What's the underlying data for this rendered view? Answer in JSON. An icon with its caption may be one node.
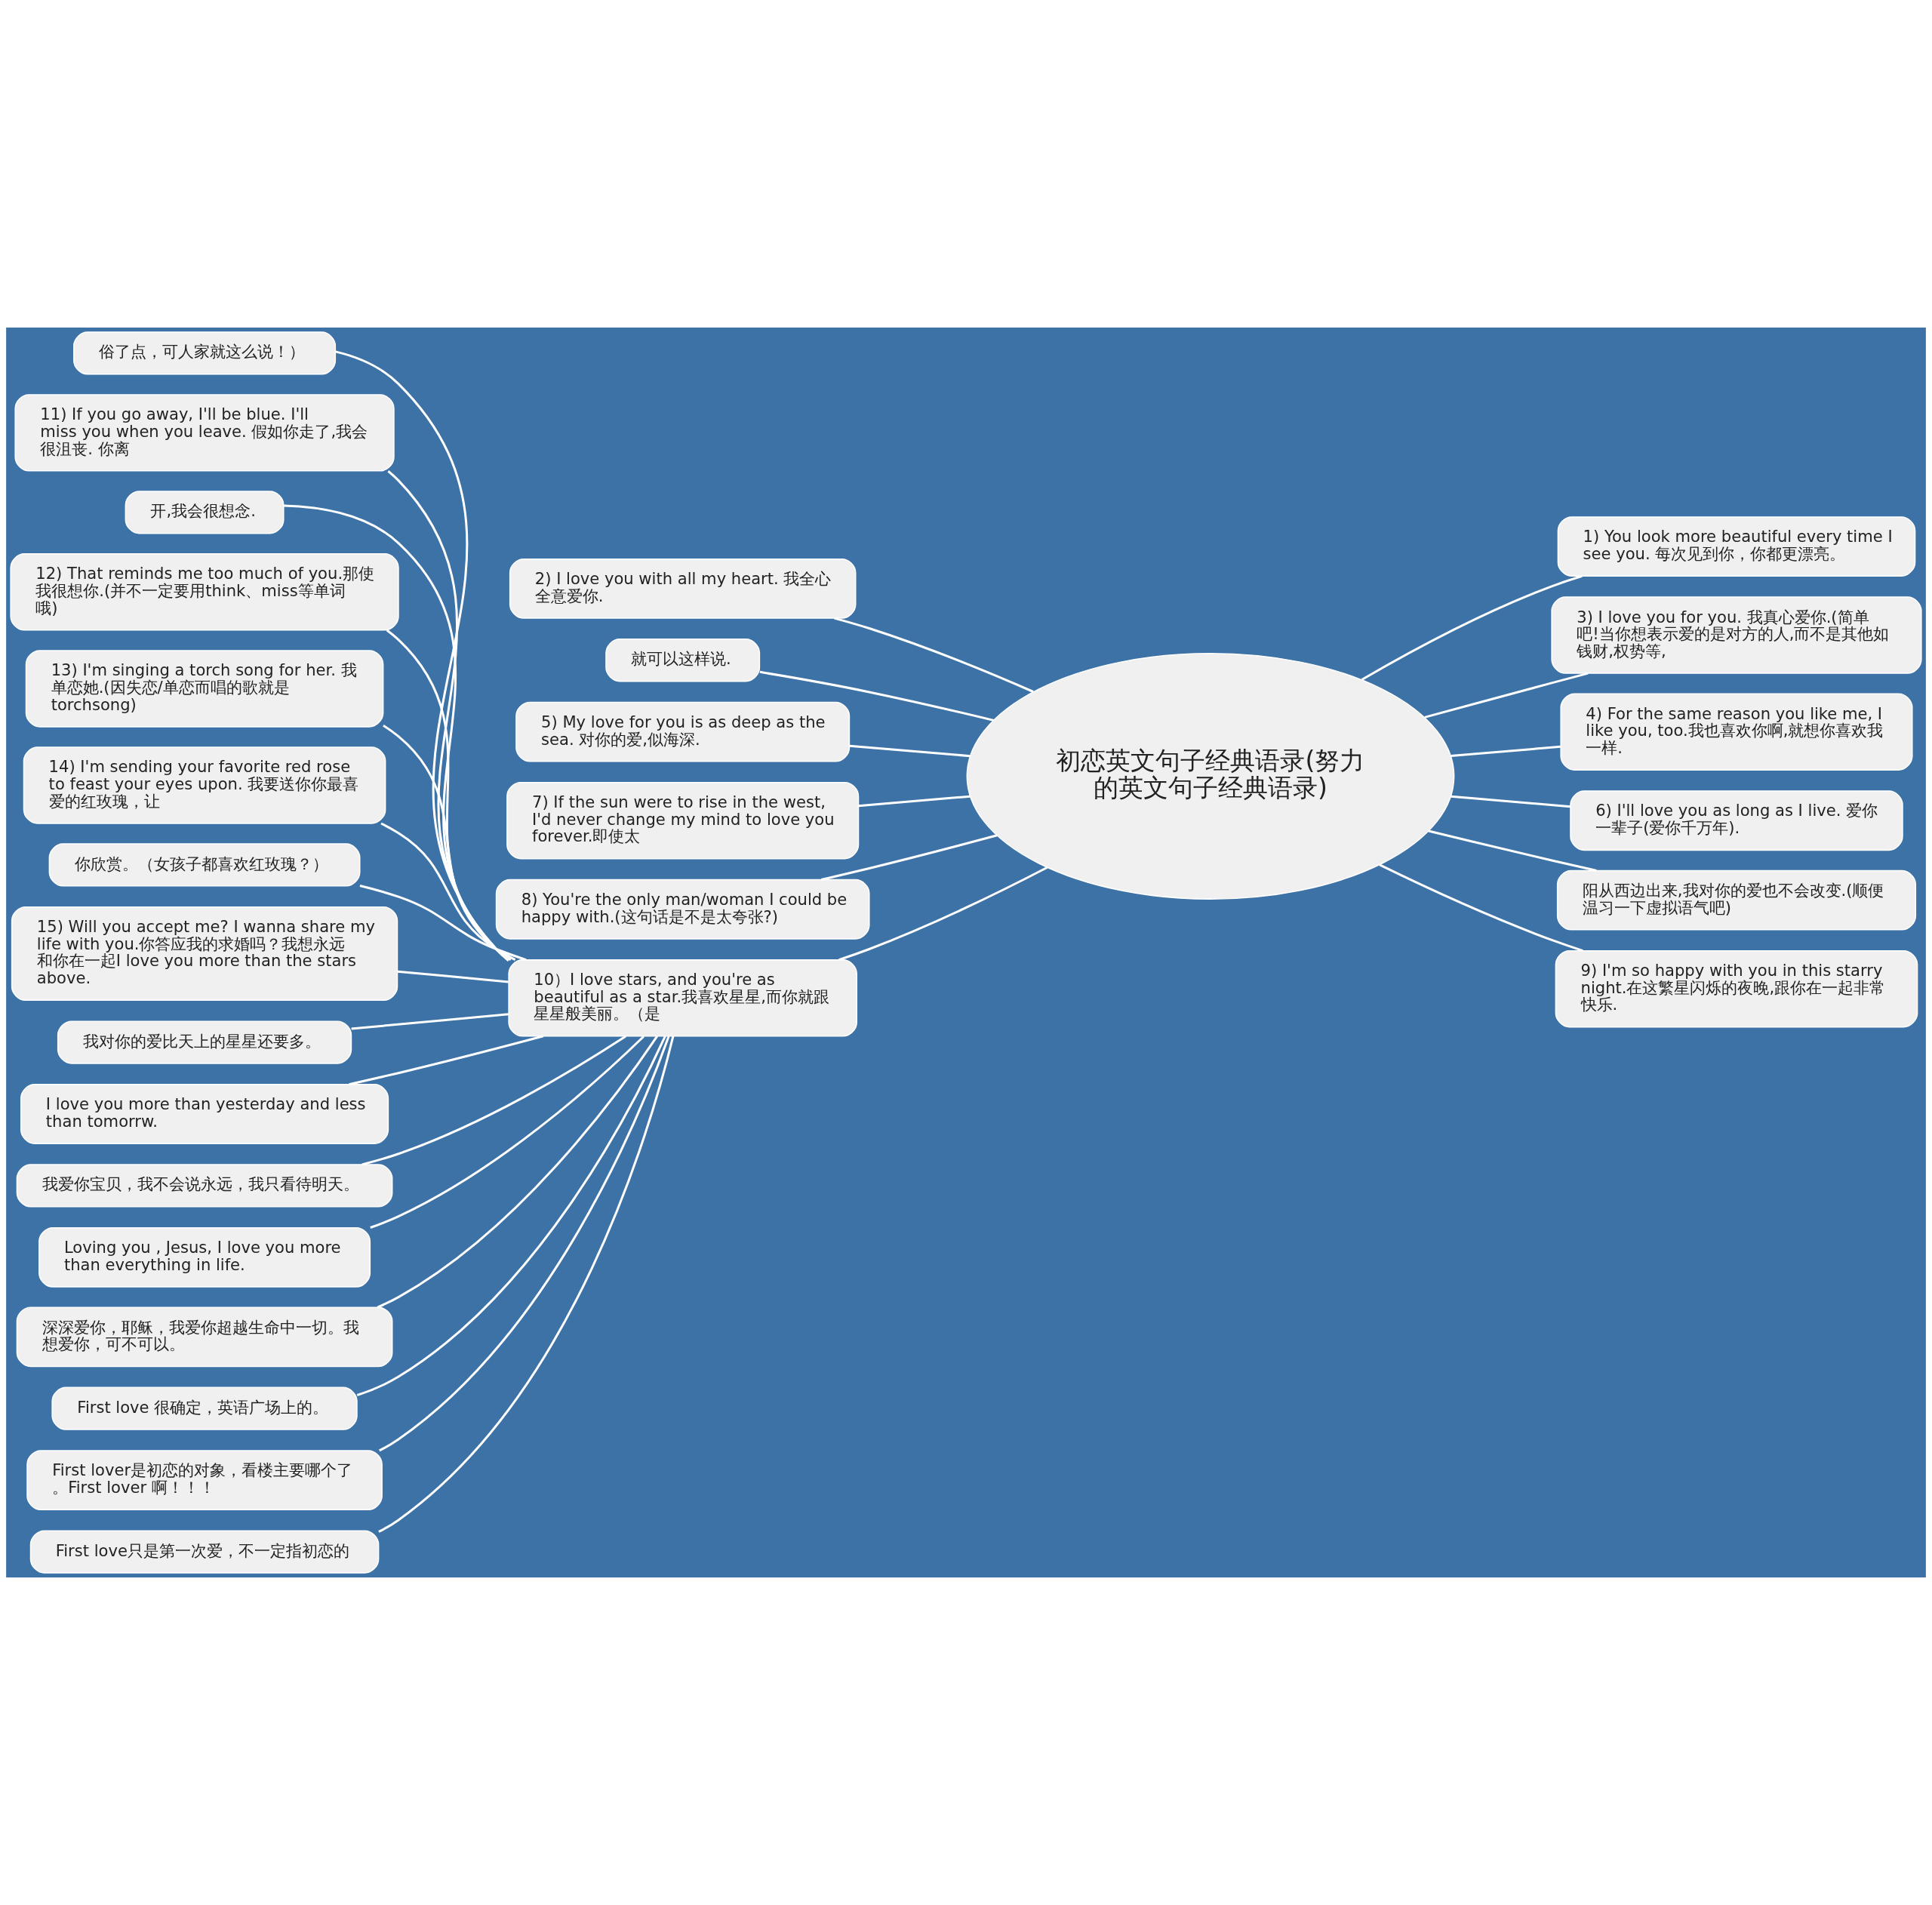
{
  "diagram": {
    "nodes": [
      {
        "text": [
          "初恋英文句子经典语录(努力的英文句子经典语录)"
        ]
      },
      {
        "text": [
          "2) I love you with all my heart. 我全心全意爱你."
        ]
      },
      {
        "text": [
          "就可以这样说."
        ]
      },
      {
        "text": [
          "5) My love for you is as deep as the sea. 对你的爱,似海深."
        ]
      },
      {
        "text": [
          "7) If the sun were to rise in the west, I'd never change my mind to love you forever.即使太"
        ]
      },
      {
        "text": [
          "8) You're the only man/woman I could be happy with.(这句话是不是太夸张?)"
        ]
      },
      {
        "text": [
          "10）I love stars, and you're as beautiful as a star.我喜欢星星,而你就跟星星般美丽。（是"
        ]
      },
      {
        "text": [
          "俗了点，可人家就这么说！）"
        ]
      },
      {
        "text": [
          "11) If you go away, I'll be blue. I'll miss you when you leave. 假如你走了,我会很沮丧. 你离"
        ]
      },
      {
        "text": [
          "开,我会很想念."
        ]
      },
      {
        "text": [
          "12) That reminds me too much of you.那使我很想你.(并不一定要用think、miss等单词哦)"
        ]
      },
      {
        "text": [
          "13) I'm singing a torch song for her. 我单恋她.(因失恋/单恋而唱的歌就是torchsong)"
        ]
      },
      {
        "text": [
          "14) I'm sending your favorite red rose to feast your eyes upon. 我要送你你最喜爱的红玫瑰，让"
        ]
      },
      {
        "text": [
          "你欣赏。（女孩子都喜欢红玫瑰？）"
        ]
      },
      {
        "text": [
          "15) Will you accept me? I wanna share my life with you.你答应我的求婚吗？我想永远和你在一起I love you more than the stars above."
        ]
      },
      {
        "text": [
          "我对你的爱比天上的星星还要多。"
        ]
      },
      {
        "text": [
          "I love you more than yesterday and less than tomorrw."
        ]
      },
      {
        "text": [
          "我爱你宝贝，我不会说永远，我只看待明天。"
        ]
      },
      {
        "text": [
          " Loving you , Jesus, I love you more than everything in life."
        ]
      },
      {
        "text": [
          "深深爱你，耶稣，我爱你超越生命中一切。我想爱你，可不可以。"
        ]
      },
      {
        "text": [
          "First love 很确定，英语广场上的。"
        ]
      },
      {
        "text": [
          "First lover是初恋的对象，看楼主要哪个了。First lover 啊！！！"
        ]
      },
      {
        "text": [
          "First love只是第一次爱，不一定指初恋的"
        ]
      },
      {
        "text": [
          "1) You look more beautiful every time I see you. 每次见到你，你都更漂亮。"
        ]
      },
      {
        "text": [
          "3) I love you for you. 我真心爱你.(简单吧!当你想表示爱的是对方的人,而不是其他如钱财,权势等,"
        ]
      },
      {
        "text": [
          "4) For the same reason you like me, I like you, too.我也喜欢你啊,就想你喜欢我一样."
        ]
      },
      {
        "text": [
          "6) I'll love you as long as I live. 爱你一辈子(爱你千万年)."
        ]
      },
      {
        "text": [
          "阳从西边出来,我对你的爱也不会改变.(顺便温习一下虚拟语气吧)"
        ]
      },
      {
        "text": [
          "9) I'm so happy with you in this starry night.在这繁星闪烁的夜晚,跟你在一起非常快乐."
        ]
      }
    ],
    "edges": [
      {
        "from": 0,
        "to": 1,
        "arrow": "none"
      },
      {
        "from": 0,
        "to": 2,
        "arrow": "none"
      },
      {
        "from": 0,
        "to": 3,
        "arrow": "none"
      },
      {
        "from": 0,
        "to": 4,
        "arrow": "none"
      },
      {
        "from": 0,
        "to": 5,
        "arrow": "none"
      },
      {
        "from": 0,
        "to": 6,
        "arrow": "none"
      },
      {
        "from": 6,
        "to": 7,
        "arrow": "none"
      },
      {
        "from": 6,
        "to": 8,
        "arrow": "none"
      },
      {
        "from": 6,
        "to": 9,
        "arrow": "none"
      },
      {
        "from": 6,
        "to": 10,
        "arrow": "none"
      },
      {
        "from": 6,
        "to": 11,
        "arrow": "none"
      },
      {
        "from": 6,
        "to": 12,
        "arrow": "none"
      },
      {
        "from": 6,
        "to": 13,
        "arrow": "none"
      },
      {
        "from": 6,
        "to": 14,
        "arrow": "none"
      },
      {
        "from": 6,
        "to": 15,
        "arrow": "none"
      },
      {
        "from": 6,
        "to": 16,
        "arrow": "none"
      },
      {
        "from": 6,
        "to": 17,
        "arrow": "none"
      },
      {
        "from": 6,
        "to": 18,
        "arrow": "none"
      },
      {
        "from": 6,
        "to": 19,
        "arrow": "none"
      },
      {
        "from": 6,
        "to": 20,
        "arrow": "none"
      },
      {
        "from": 6,
        "to": 21,
        "arrow": "none"
      },
      {
        "from": 6,
        "to": 22,
        "arrow": "none"
      },
      {
        "from": 0,
        "to": 23,
        "arrow": "none"
      },
      {
        "from": 0,
        "to": 24,
        "arrow": "none"
      },
      {
        "from": 0,
        "to": 25,
        "arrow": "none"
      },
      {
        "from": 0,
        "to": 26,
        "arrow": "none"
      },
      {
        "from": 0,
        "to": 27,
        "arrow": "none"
      },
      {
        "from": 0,
        "to": 28,
        "arrow": "none"
      }
    ]
  }
}
